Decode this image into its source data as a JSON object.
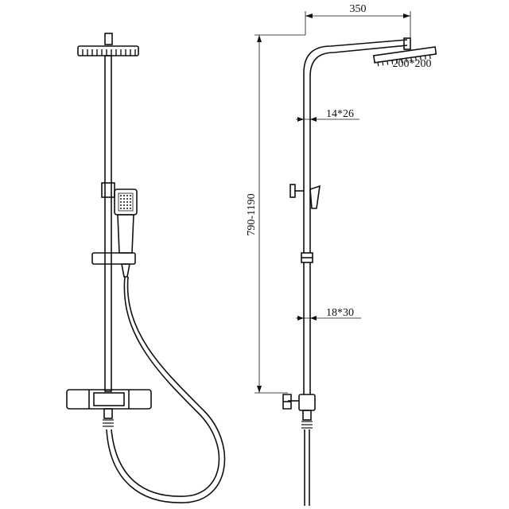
{
  "dimensions": {
    "arm_length": "350",
    "head_size": "200*200",
    "upper_pipe": "14*26",
    "height_range": "790-1190",
    "lower_pipe": "18*30"
  }
}
